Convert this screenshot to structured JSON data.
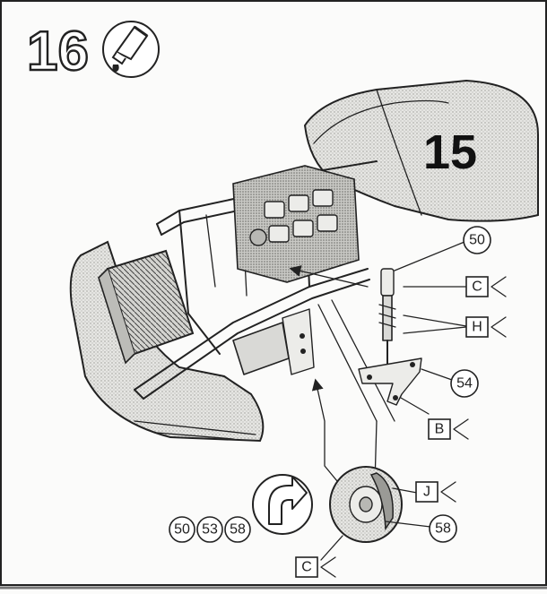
{
  "step": {
    "number": "16",
    "subassembly_ref": "15"
  },
  "icons": {
    "glue": "glue-tube-icon",
    "rotate": "rotate-arrow-icon"
  },
  "callouts": {
    "top_50": "50",
    "middle_54": "54",
    "right_58": "58",
    "bottom_50": "50",
    "bottom_53": "53",
    "bottom_58": "58"
  },
  "flags": {
    "c_top": "C",
    "h": "H",
    "b": "B",
    "j": "J",
    "c_bottom": "C"
  }
}
